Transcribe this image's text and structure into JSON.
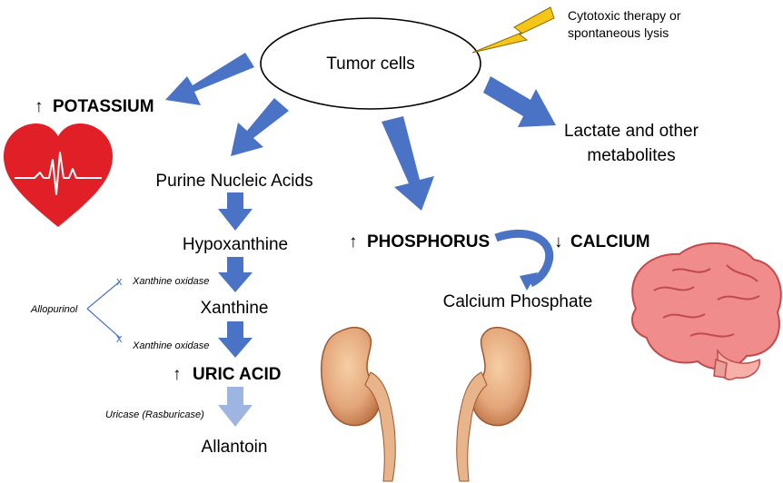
{
  "center": {
    "label": "Tumor cells"
  },
  "trigger": {
    "line1": "Cytotoxic therapy or",
    "line2": "spontaneous lysis"
  },
  "potassium": {
    "arrow": "↑",
    "label": "POTASSIUM"
  },
  "purine": {
    "label": "Purine Nucleic Acids"
  },
  "hypoxanthine": {
    "label": "Hypoxanthine"
  },
  "xanthine": {
    "label": "Xanthine"
  },
  "uric_acid": {
    "arrow": "↑",
    "label": "URIC ACID"
  },
  "allantoin": {
    "label": "Allantoin"
  },
  "enzymes": {
    "xo1": "Xanthine oxidase",
    "xo2": "Xanthine oxidase",
    "uricase": "Uricase (Rasburicase)",
    "inhibitor": "Allopurinol",
    "block_mark": "x"
  },
  "phosphorus": {
    "arrow": "↑",
    "label": "PHOSPHORUS"
  },
  "calcium": {
    "arrow": "↓",
    "label": "CALCIUM"
  },
  "calcium_phosphate": {
    "label": "Calcium Phosphate"
  },
  "lactate": {
    "line1": "Lactate and other",
    "line2": "metabolites"
  },
  "colors": {
    "arrow_blue": "#4a73c6",
    "arrow_light": "#9db5e0",
    "heart_red": "#e01f26",
    "bolt_yellow": "#f5c518",
    "brain_pink": "#f08c8c",
    "kidney": "#e3a67a"
  },
  "icons": [
    "lightning-bolt-icon",
    "heart-ecg-icon",
    "brain-icon",
    "kidney-left-icon",
    "kidney-right-icon"
  ]
}
